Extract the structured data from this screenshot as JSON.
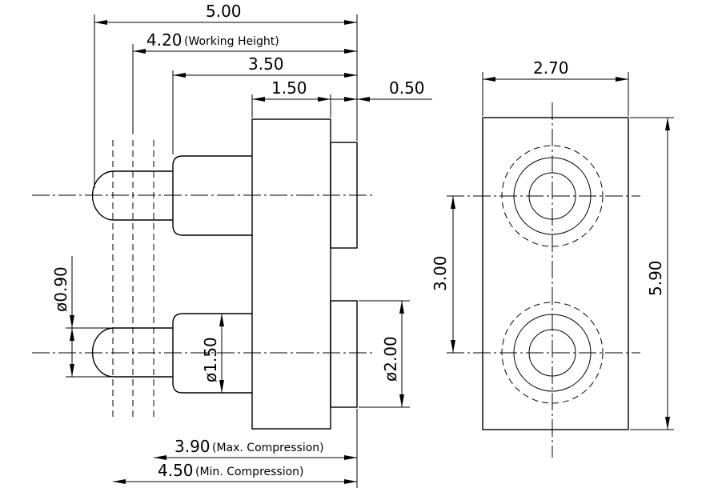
{
  "dimensions": {
    "overall_length": "5.00",
    "working_height": "4.20",
    "working_height_note": "(Working Height)",
    "plunger_length": "3.50",
    "flange_width": "1.50",
    "tail_length": "0.50",
    "tip_diameter": "ø0.90",
    "plunger_diameter": "ø1.50",
    "tail_diameter": "ø2.00",
    "max_compression": "3.90",
    "max_compression_note": "(Max. Compression)",
    "min_compression": "4.50",
    "min_compression_note": "(Min. Compression)",
    "body_width": "2.70",
    "pitch": "3.00",
    "body_height": "5.90"
  }
}
